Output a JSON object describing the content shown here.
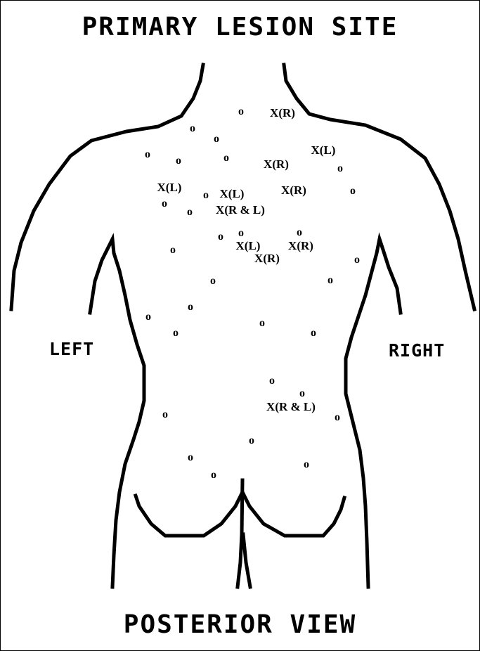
{
  "title": "PRIMARY LESION SITE",
  "footer": "POSTERIOR VIEW",
  "side_labels": {
    "left": "LEFT",
    "right": "RIGHT"
  },
  "marks": [
    {
      "t": "o"
    },
    {
      "t": "X(R)"
    },
    {
      "t": "o"
    },
    {
      "t": "o"
    },
    {
      "t": "o"
    },
    {
      "t": "o"
    },
    {
      "t": "o"
    },
    {
      "t": "X(R)"
    },
    {
      "t": "X(L)"
    },
    {
      "t": "o"
    },
    {
      "t": "X(L)"
    },
    {
      "t": "o"
    },
    {
      "t": "X(L)"
    },
    {
      "t": "X(R)"
    },
    {
      "t": "o"
    },
    {
      "t": "o"
    },
    {
      "t": "o"
    },
    {
      "t": "X(R & L)"
    },
    {
      "t": "o"
    },
    {
      "t": "o"
    },
    {
      "t": "o"
    },
    {
      "t": "X(L)"
    },
    {
      "t": "X(R)"
    },
    {
      "t": "o"
    },
    {
      "t": "X(R)"
    },
    {
      "t": "o"
    },
    {
      "t": "o"
    },
    {
      "t": "o"
    },
    {
      "t": "o"
    },
    {
      "t": "o"
    },
    {
      "t": "o"
    },
    {
      "t": "o"
    },
    {
      "t": "o"
    },
    {
      "t": "o"
    },
    {
      "t": "o"
    },
    {
      "t": "X(R & L)"
    },
    {
      "t": "o"
    },
    {
      "t": "o"
    },
    {
      "t": "o"
    },
    {
      "t": "o"
    },
    {
      "t": "o"
    },
    {
      "t": "o"
    }
  ]
}
